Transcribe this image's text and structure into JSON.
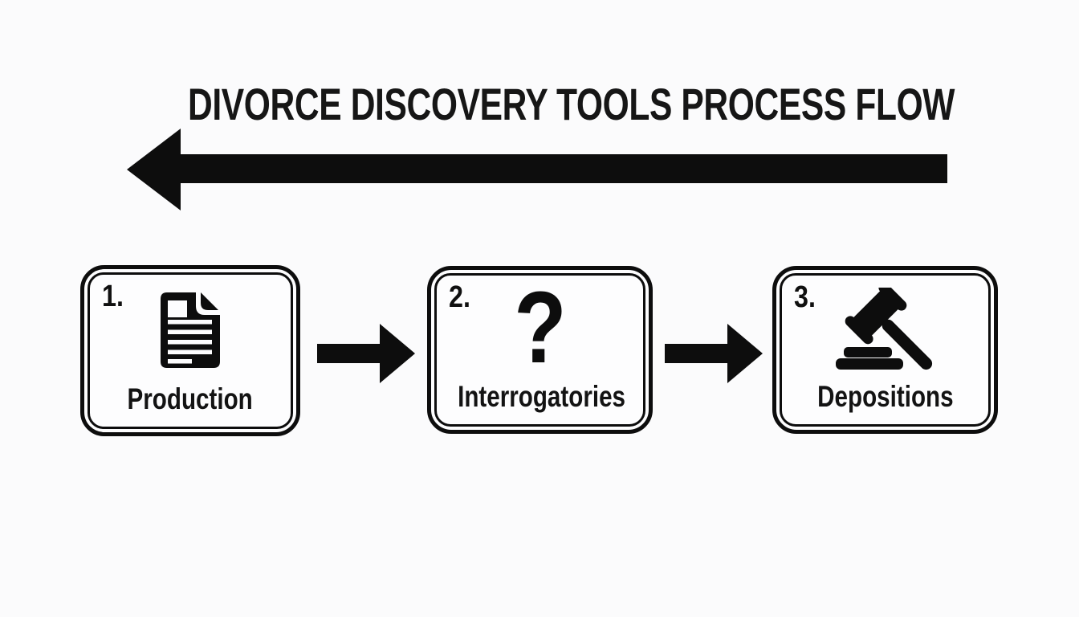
{
  "title": "DIVORCE DISCOVERY TOOLS PROCESS FLOW",
  "flow_arrow": {
    "direction": "left"
  },
  "steps": [
    {
      "number": "1.",
      "label": "Production",
      "icon": "document-icon"
    },
    {
      "number": "2.",
      "label": "Interrogatories",
      "icon": "question-mark-icon",
      "glyph": "?"
    },
    {
      "number": "3.",
      "label": "Depositions",
      "icon": "gavel-icon"
    }
  ],
  "connectors": {
    "between_steps_direction": "right"
  },
  "colors": {
    "ink": "#0d0d0d",
    "background": "#fbfbfc",
    "box_background": "#fdfdfe"
  }
}
